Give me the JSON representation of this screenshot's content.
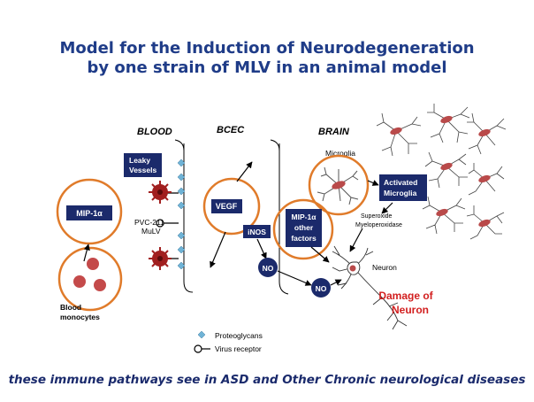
{
  "title": {
    "line1": "Model for the Induction of Neurodegeneration",
    "line2": "by  one strain of MLV in an animal model"
  },
  "sections": {
    "blood": "BLOOD",
    "bcec": "BCEC",
    "brain": "BRAIN"
  },
  "boxes": {
    "leaky_vessels_line1": "Leaky",
    "leaky_vessels_line2": "Vessels",
    "mip1a": "MIP-1α",
    "vegf": "VEGF",
    "inos": "iNOS",
    "mip1a_other_line1": "MIP-1α",
    "mip1a_other_line2": "other",
    "mip1a_other_line3": "factors",
    "activated_microglia_line1": "Activated",
    "activated_microglia_line2": "Microglia"
  },
  "labels": {
    "virus_line1": "PVC-211",
    "virus_line2": "MuLV",
    "blood_monocytes_line1": "Blood",
    "blood_monocytes_line2": "monocytes",
    "microglia": "Microglia",
    "superoxide": "Superoxide",
    "myeloperoxidase": "Myeloperoxidase",
    "neuron": "Neuron",
    "damage_line1": "Damage of",
    "damage_line2": "Neuron",
    "no_1": "NO",
    "no_2": "NO"
  },
  "legend": {
    "proteoglycans": "Proteoglycans",
    "virus_receptor": "Virus receptor"
  },
  "footer": "these immune pathways see in ASD and Other Chronic neurological diseases",
  "colors": {
    "title": "#1f3c88",
    "box_fill": "#1b2a6b",
    "circle_outline": "#e07b2a",
    "virus": "#a11f1f",
    "cell": "#b94a4a",
    "proteoglycan": "#6fb3d6",
    "damage_text": "#d21f1f"
  }
}
